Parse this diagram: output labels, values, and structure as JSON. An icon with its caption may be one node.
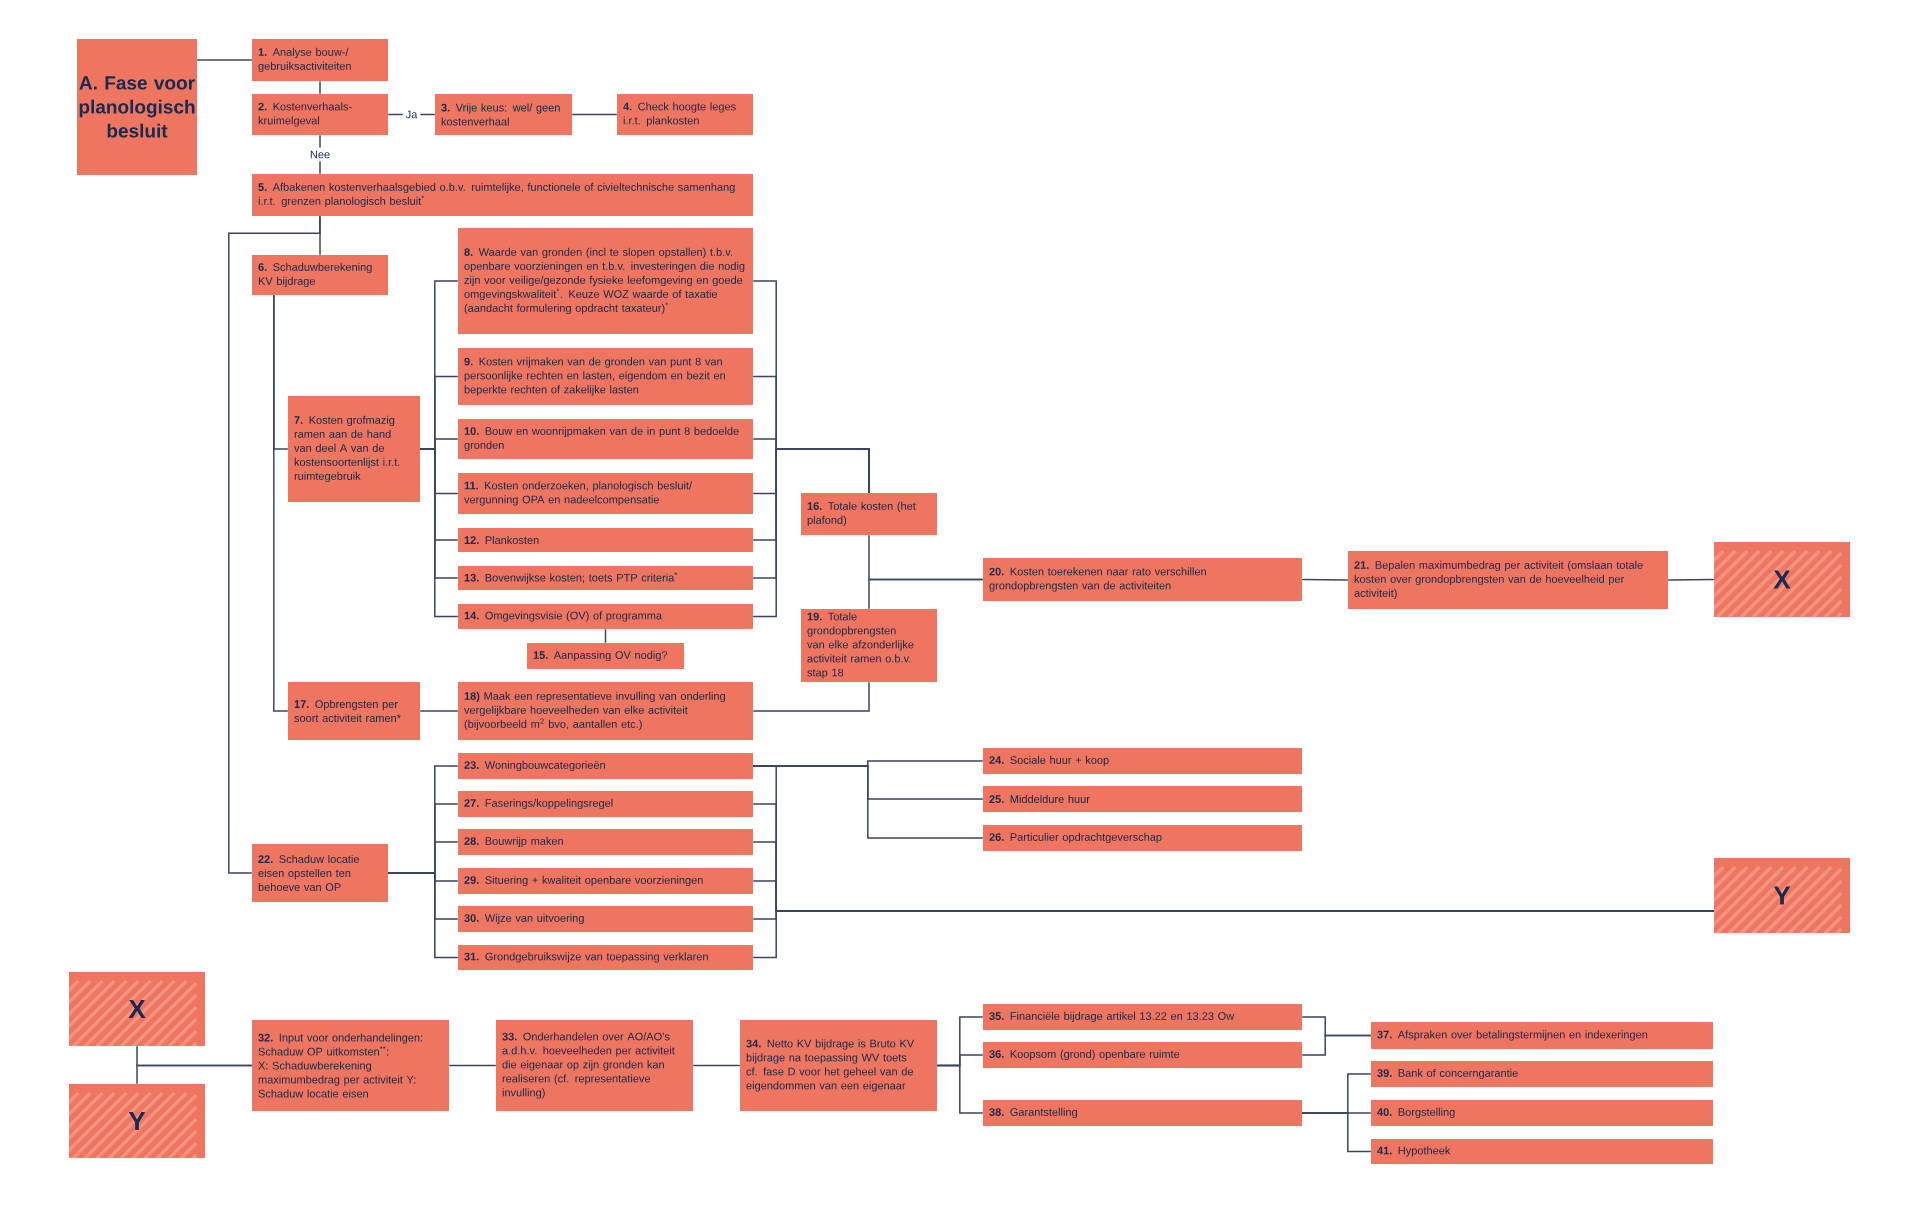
{
  "diagram": {
    "nodes": [
      {
        "text": [
          "A. Fase voor planologisch besluit"
        ]
      },
      {
        "text": [
          "**1.** Analyse bouw-/ gebruiksactiviteiten"
        ]
      },
      {
        "text": [
          "**2.** Kostenverhaals-kruimelgeval"
        ]
      },
      {
        "text": [
          "**3.** Vrije keus: wel/ geen kostenverhaal"
        ]
      },
      {
        "text": [
          "**4.** Check hoogte leges i.r.t. plankosten"
        ]
      },
      {
        "text": [
          "**5.** Afbakenen kostenverhaalsgebied o.b.v. ruimtelijke, functionele of civieltechnische samenhang i.r.t. grenzen planologisch besluit$^{*}$"
        ]
      },
      {
        "text": [
          "**6.** Schaduwberekening KV bijdrage"
        ]
      },
      {
        "text": [
          "**7.** Kosten grofmazig ramen aan de hand van deel A van de kostensoortenlijst i.r.t. ruimtegebruik"
        ]
      },
      {
        "text": [
          "**8.** Waarde van gronden (incl te slopen opstallen) t.b.v. openbare voorzieningen en t.b.v. investeringen die nodig zijn voor veilige/gezonde fysieke leefomgeving en goede omgevingskwaliteit$^{*}$. Keuze WOZ waarde of taxatie (aandacht formulering opdracht taxateur)$^{*}$"
        ]
      },
      {
        "text": [
          "**9.** Kosten vrijmaken van de gronden van punt 8 van persoonlijke rechten en lasten, eigendom en bezit en beperkte rechten of zakelijke lasten"
        ]
      },
      {
        "text": [
          "**10.** Bouw en woonrijpmaken van de in punt 8 bedoelde gronden"
        ]
      },
      {
        "text": [
          "**11.** Kosten onderzoeken, planologisch besluit/ vergunning OPA en nadeelcompensatie"
        ]
      },
      {
        "text": [
          "**12.** Plankosten"
        ]
      },
      {
        "text": [
          "**13.** Bovenwijkse kosten; toets PTP criteria$^{*}$"
        ]
      },
      {
        "text": [
          "**14.** Omgevingsvisie (OV) of programma"
        ]
      },
      {
        "text": [
          "**15.** Aanpassing OV nodig?"
        ]
      },
      {
        "text": [
          "**16.** Totale kosten (het plafond)"
        ]
      },
      {
        "text": [
          "**17.** Opbrengsten per soort activiteit ramen*"
        ]
      },
      {
        "text": [
          "**18)** Maak een representatieve invulling van onderling vergelijkbare hoeveelheden van elke activiteit (bijvoorbeeld m$^{2}$ bvo, aantallen etc.)"
        ]
      },
      {
        "text": [
          "**19.** Totale grondopbrengsten van elke afzonderlijke activiteit ramen o.b.v. stap 18"
        ]
      },
      {
        "text": [
          "**20.** Kosten toerekenen naar rato verschillen grondopbrengsten van de activiteiten"
        ]
      },
      {
        "text": [
          "**21.** Bepalen maximumbedrag per activiteit (omslaan totale kosten over grondopbrengsten van de hoeveelheid per activiteit)"
        ]
      },
      {
        "text": [
          "X"
        ]
      },
      {
        "text": [
          "**22.** Schaduw locatie eisen opstellen ten behoeve van OP"
        ]
      },
      {
        "text": [
          "**23.** Woningbouwcategorieën"
        ]
      },
      {
        "text": [
          "**24.** Sociale huur + koop"
        ]
      },
      {
        "text": [
          "**25.** Middeldure huur"
        ]
      },
      {
        "text": [
          "**26.** Particulier opdrachtgeverschap"
        ]
      },
      {
        "text": [
          "**27.** Faserings/koppelingsregel"
        ]
      },
      {
        "text": [
          "**28.** Bouwrijp maken"
        ]
      },
      {
        "text": [
          "**29.** Situering + kwaliteit openbare voorzieningen"
        ]
      },
      {
        "text": [
          "**30.** Wijze van uitvoering"
        ]
      },
      {
        "text": [
          "**31.** Grondgebruikswijze van toepassing verklaren"
        ]
      },
      {
        "text": [
          "Y"
        ]
      },
      {
        "text": [
          "X"
        ]
      },
      {
        "text": [
          "Y"
        ]
      },
      {
        "text": [
          "**32.** Input voor onderhandelingen: Schaduw OP uitkomsten$^{**}$: X: Schaduwberekening maximumbedrag per activiteit Y: Schaduw locatie eisen"
        ]
      },
      {
        "text": [
          "**33.** Onderhandelen over AO/AO’s a.d.h.v. hoeveelheden per activiteit die eigenaar op zijn gronden kan realiseren (cf. representatieve invulling)"
        ]
      },
      {
        "text": [
          "**34.** Netto KV bijdrage is Bruto KV bijdrage na toepassing WV toets cf. fase D voor het geheel van de eigendommen van een eigenaar"
        ]
      },
      {
        "text": [
          "**35.** Financiële bijdrage artikel 13.22 en 13.23 Ow"
        ]
      },
      {
        "text": [
          "**36.** Koopsom (grond) openbare ruimte"
        ]
      },
      {
        "text": [
          "**37.** Afspraken over betalingstermijnen en indexeringen"
        ]
      },
      {
        "text": [
          "**38.** Garantstelling"
        ]
      },
      {
        "text": [
          "**39.** Bank of concerngarantie"
        ]
      },
      {
        "text": [
          "**40.** Borgstelling"
        ]
      },
      {
        "text": [
          "**41.** Hypotheek"
        ]
      }
    ],
    "edges": [
      {
        "from": 0,
        "to": 1,
        "arrow": "none"
      },
      {
        "from": 1,
        "to": 2,
        "arrow": "none"
      },
      {
        "from": 2,
        "to": 3,
        "label": "Ja",
        "arrow": "none"
      },
      {
        "from": 3,
        "to": 4,
        "arrow": "none"
      },
      {
        "from": 2,
        "to": 5,
        "label": "Nee",
        "arrow": "none"
      },
      {
        "from": 5,
        "to": 6,
        "arrow": "none"
      },
      {
        "from": 5,
        "to": 23,
        "arrow": "none"
      },
      {
        "from": 6,
        "to": 7,
        "arrow": "none"
      },
      {
        "from": 6,
        "to": 17,
        "arrow": "none"
      },
      {
        "from": 7,
        "to": 8,
        "arrow": "none"
      },
      {
        "from": 7,
        "to": 9,
        "arrow": "none"
      },
      {
        "from": 7,
        "to": 10,
        "arrow": "none"
      },
      {
        "from": 7,
        "to": 11,
        "arrow": "none"
      },
      {
        "from": 7,
        "to": 12,
        "arrow": "none"
      },
      {
        "from": 7,
        "to": 13,
        "arrow": "none"
      },
      {
        "from": 7,
        "to": 14,
        "arrow": "none"
      },
      {
        "from": 8,
        "to": 16,
        "arrow": "none"
      },
      {
        "from": 9,
        "to": 16,
        "arrow": "none"
      },
      {
        "from": 10,
        "to": 16,
        "arrow": "none"
      },
      {
        "from": 11,
        "to": 16,
        "arrow": "none"
      },
      {
        "from": 12,
        "to": 16,
        "arrow": "none"
      },
      {
        "from": 13,
        "to": 16,
        "arrow": "none"
      },
      {
        "from": 14,
        "to": 16,
        "arrow": "none"
      },
      {
        "from": 14,
        "to": 15,
        "arrow": "none"
      },
      {
        "from": 16,
        "to": 20,
        "arrow": "none"
      },
      {
        "from": 19,
        "to": 20,
        "arrow": "none"
      },
      {
        "from": 17,
        "to": 18,
        "arrow": "none"
      },
      {
        "from": 18,
        "to": 19,
        "arrow": "none"
      },
      {
        "from": 20,
        "to": 21,
        "arrow": "none"
      },
      {
        "from": 21,
        "to": 22,
        "arrow": "none"
      },
      {
        "from": 23,
        "to": 24,
        "arrow": "none"
      },
      {
        "from": 23,
        "to": 28,
        "arrow": "none"
      },
      {
        "from": 23,
        "to": 29,
        "arrow": "none"
      },
      {
        "from": 23,
        "to": 30,
        "arrow": "none"
      },
      {
        "from": 23,
        "to": 31,
        "arrow": "none"
      },
      {
        "from": 23,
        "to": 32,
        "arrow": "none"
      },
      {
        "from": 24,
        "to": 25,
        "arrow": "none"
      },
      {
        "from": 24,
        "to": 26,
        "arrow": "none"
      },
      {
        "from": 24,
        "to": 27,
        "arrow": "none"
      },
      {
        "from": 24,
        "to": 33,
        "arrow": "none"
      },
      {
        "from": 28,
        "to": 33,
        "arrow": "none"
      },
      {
        "from": 29,
        "to": 33,
        "arrow": "none"
      },
      {
        "from": 30,
        "to": 33,
        "arrow": "none"
      },
      {
        "from": 31,
        "to": 33,
        "arrow": "none"
      },
      {
        "from": 32,
        "to": 33,
        "arrow": "none"
      },
      {
        "from": 34,
        "to": 36,
        "arrow": "none"
      },
      {
        "from": 35,
        "to": 36,
        "arrow": "none"
      },
      {
        "from": 36,
        "to": 37,
        "arrow": "none"
      },
      {
        "from": 37,
        "to": 38,
        "arrow": "none"
      },
      {
        "from": 38,
        "to": 39,
        "arrow": "none"
      },
      {
        "from": 38,
        "to": 40,
        "arrow": "none"
      },
      {
        "from": 38,
        "to": 42,
        "arrow": "none"
      },
      {
        "from": 39,
        "to": 41,
        "arrow": "none"
      },
      {
        "from": 40,
        "to": 41,
        "arrow": "none"
      },
      {
        "from": 42,
        "to": 43,
        "arrow": "none"
      },
      {
        "from": 42,
        "to": 44,
        "arrow": "none"
      },
      {
        "from": 42,
        "to": 45,
        "arrow": "none"
      }
    ]
  }
}
